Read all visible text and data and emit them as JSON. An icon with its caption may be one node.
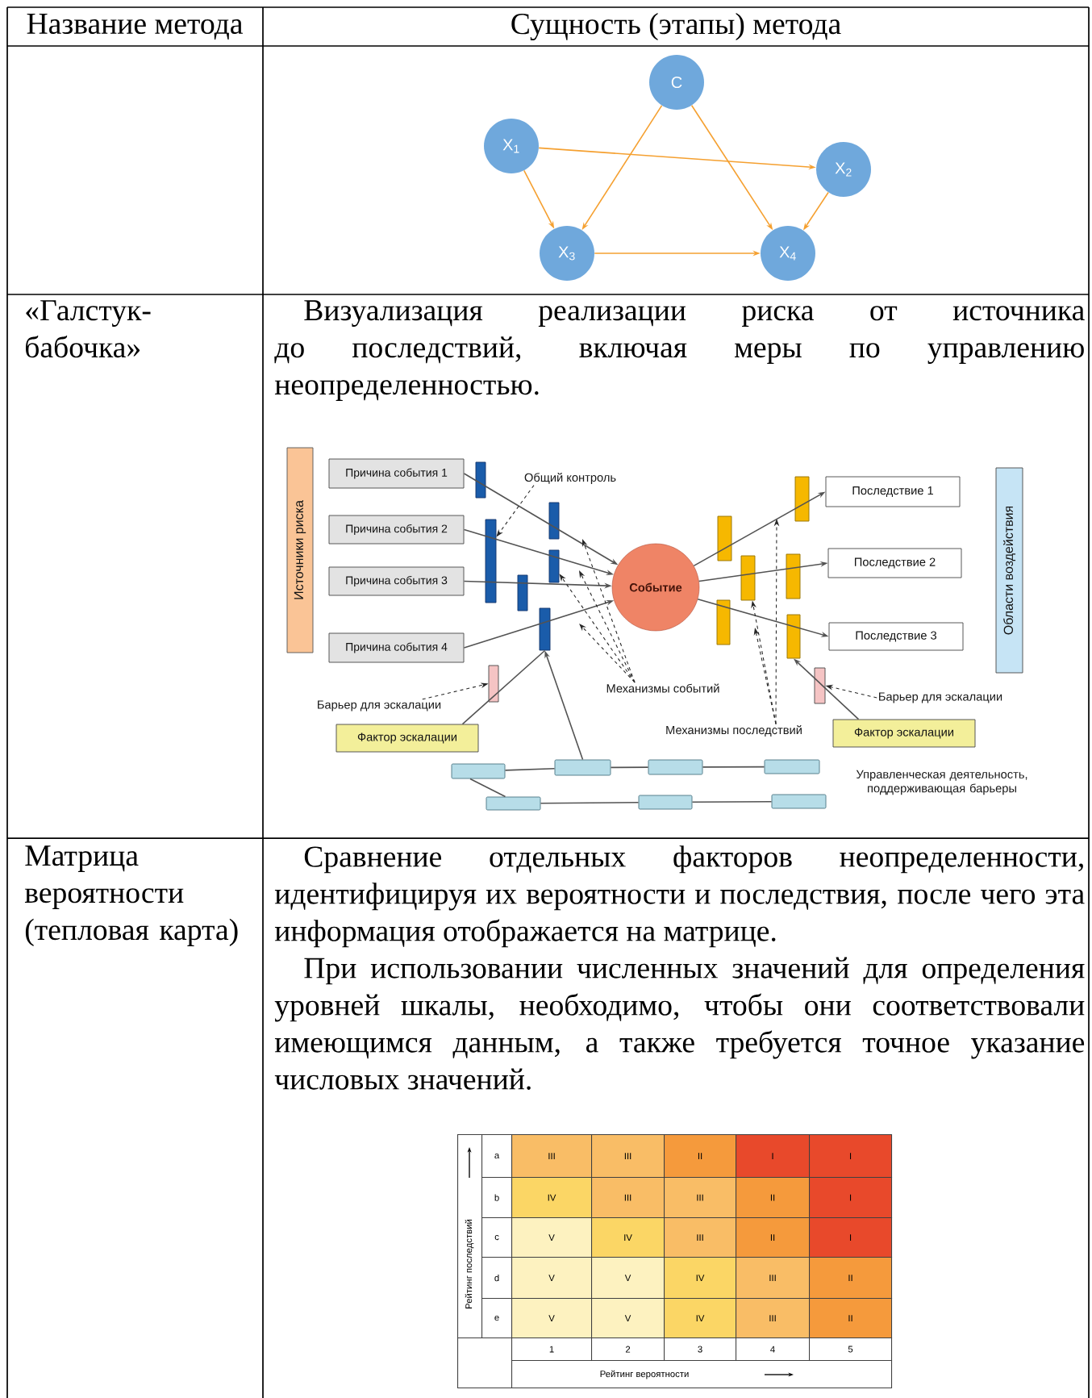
{
  "diagram": {
    "nodes": [
      {
        "text": [
          "C"
        ]
      },
      {
        "text": [
          "X$_{1}$"
        ]
      },
      {
        "text": [
          "X$_{2}$"
        ]
      },
      {
        "text": [
          "X$_{3}$"
        ]
      },
      {
        "text": [
          "X$_{4}$"
        ]
      },
      {
        "text": [
          "Источники риска"
        ]
      },
      {
        "text": [
          "Причина события 1"
        ]
      },
      {
        "text": [
          "Причина события 2"
        ]
      },
      {
        "text": [
          "Причина события 3"
        ]
      },
      {
        "text": [
          "Причина события 4"
        ]
      },
      {
        "text": [
          "Общий контроль"
        ]
      },
      {
        "text": [],
        "shape": "bar"
      },
      {
        "text": [],
        "shape": "bar"
      },
      {
        "text": [],
        "shape": "bar"
      },
      {
        "text": [],
        "shape": "bar"
      },
      {
        "text": [],
        "shape": "bar"
      },
      {
        "text": [],
        "shape": "bar"
      },
      {
        "text": [
          "Событие"
        ]
      },
      {
        "text": [],
        "shape": "bar"
      },
      {
        "text": [],
        "shape": "bar"
      },
      {
        "text": [],
        "shape": "bar"
      },
      {
        "text": [],
        "shape": "bar"
      },
      {
        "text": [],
        "shape": "bar"
      },
      {
        "text": [],
        "shape": "bar"
      },
      {
        "text": [
          "Последствие 1"
        ]
      },
      {
        "text": [
          "Последствие 2"
        ]
      },
      {
        "text": [
          "Последствие 3"
        ]
      },
      {
        "text": [
          "Области воздействия"
        ]
      },
      {
        "text": [
          "Механизмы событий"
        ]
      },
      {
        "text": [],
        "shape": "bar"
      },
      {
        "text": [
          "Барьер для эскалации"
        ]
      },
      {
        "text": [
          "Фактор эскалации"
        ]
      },
      {
        "text": [
          "Механизмы последствий"
        ]
      },
      {
        "text": [],
        "shape": "bar"
      },
      {
        "text": [
          "Барьер для эскалации"
        ]
      },
      {
        "text": [
          "Фактор эскалации"
        ]
      },
      {
        "text": [],
        "shape": "box"
      },
      {
        "text": [],
        "shape": "box"
      },
      {
        "text": [],
        "shape": "box"
      },
      {
        "text": [],
        "shape": "box"
      },
      {
        "text": [],
        "shape": "box"
      },
      {
        "text": [],
        "shape": "box"
      },
      {
        "text": [],
        "shape": "box"
      }
    ],
    "edges": [
      {
        "from": 1,
        "to": 2,
        "arrow": "to",
        "color": "#f5a030"
      },
      {
        "from": 1,
        "to": 3,
        "arrow": "to",
        "color": "#f5a030"
      },
      {
        "from": 0,
        "to": 3,
        "arrow": "to",
        "color": "#f5a030"
      },
      {
        "from": 0,
        "to": 4,
        "arrow": "to",
        "color": "#f5a030"
      },
      {
        "from": 2,
        "to": 4,
        "arrow": "to",
        "color": "#f5a030"
      },
      {
        "from": 3,
        "to": 4,
        "arrow": "to",
        "color": "#f5a030"
      },
      {
        "from": 6,
        "to": 17,
        "arrow": "to"
      },
      {
        "from": 7,
        "to": 17,
        "arrow": "to"
      },
      {
        "from": 8,
        "to": 17,
        "arrow": "to"
      },
      {
        "from": 9,
        "to": 17,
        "arrow": "to"
      },
      {
        "from": 17,
        "to": 24,
        "arrow": "to"
      },
      {
        "from": 17,
        "to": 25,
        "arrow": "to"
      },
      {
        "from": 17,
        "to": 26,
        "arrow": "to"
      },
      {
        "from": 10,
        "to": 12,
        "arrow": "to",
        "style": "dashed"
      },
      {
        "from": 28,
        "to": null,
        "arrow": "to",
        "style": "dashed"
      },
      {
        "from": 28,
        "to": null,
        "arrow": "to",
        "style": "dashed"
      },
      {
        "from": 28,
        "to": 16,
        "arrow": "to",
        "style": "dashed"
      },
      {
        "from": 28,
        "to": null,
        "arrow": "to",
        "style": "dashed"
      },
      {
        "from": 32,
        "to": null,
        "arrow": "to",
        "style": "dashed"
      },
      {
        "from": 32,
        "to": 20,
        "arrow": "to",
        "style": "dashed"
      },
      {
        "from": 32,
        "to": null,
        "arrow": "to",
        "style": "dashed"
      },
      {
        "from": 30,
        "to": 29,
        "arrow": "to",
        "style": "dashed"
      },
      {
        "from": 34,
        "to": 33,
        "arrow": "to",
        "style": "dashed"
      },
      {
        "from": 31,
        "to": 14,
        "arrow": "none"
      },
      {
        "from": 35,
        "to": 22,
        "arrow": "to"
      },
      {
        "from": 37,
        "to": 14,
        "arrow": "to"
      },
      {
        "from": 36,
        "to": 37,
        "arrow": "none"
      },
      {
        "from": 37,
        "to": 38,
        "arrow": "none"
      },
      {
        "from": 38,
        "to": 39,
        "arrow": "none"
      },
      {
        "from": 36,
        "to": 40,
        "arrow": "none"
      },
      {
        "from": 40,
        "to": 41,
        "arrow": "none"
      },
      {
        "from": 41,
        "to": 42,
        "arrow": "none"
      }
    ],
    "labels": [
      "Название метода",
      "Сущность (этапы) метода",
      "«Галстук-бабочка»",
      "Визуализация реализации риска от источника до последствий, включая меры по управлению неопределенностью.",
      "Управленческая деятельность, поддерживающая барьеры",
      "Матрица вероятности (тепловая карта)",
      "Сравнение отдельных факторов неопределенности, идентифицируя их вероятности и последствия, после чего эта информация отображается на матрице.",
      "При использовании численных значений для определения уровней шкалы, необходимо, чтобы они соответствовали имеющимся данным, а также требуется точное указание числовых значений.",
      "Рейтинг последствий",
      "a",
      "III",
      "III",
      "II",
      "I",
      "I",
      "b",
      "IV",
      "III",
      "III",
      "II",
      "I",
      "c",
      "V",
      "IV",
      "III",
      "II",
      "I",
      "d",
      "V",
      "V",
      "IV",
      "III",
      "II",
      "e",
      "V",
      "V",
      "IV",
      "III",
      "II",
      "1",
      "2",
      "3",
      "4",
      "5",
      "Рейтинг вероятности"
    ]
  }
}
